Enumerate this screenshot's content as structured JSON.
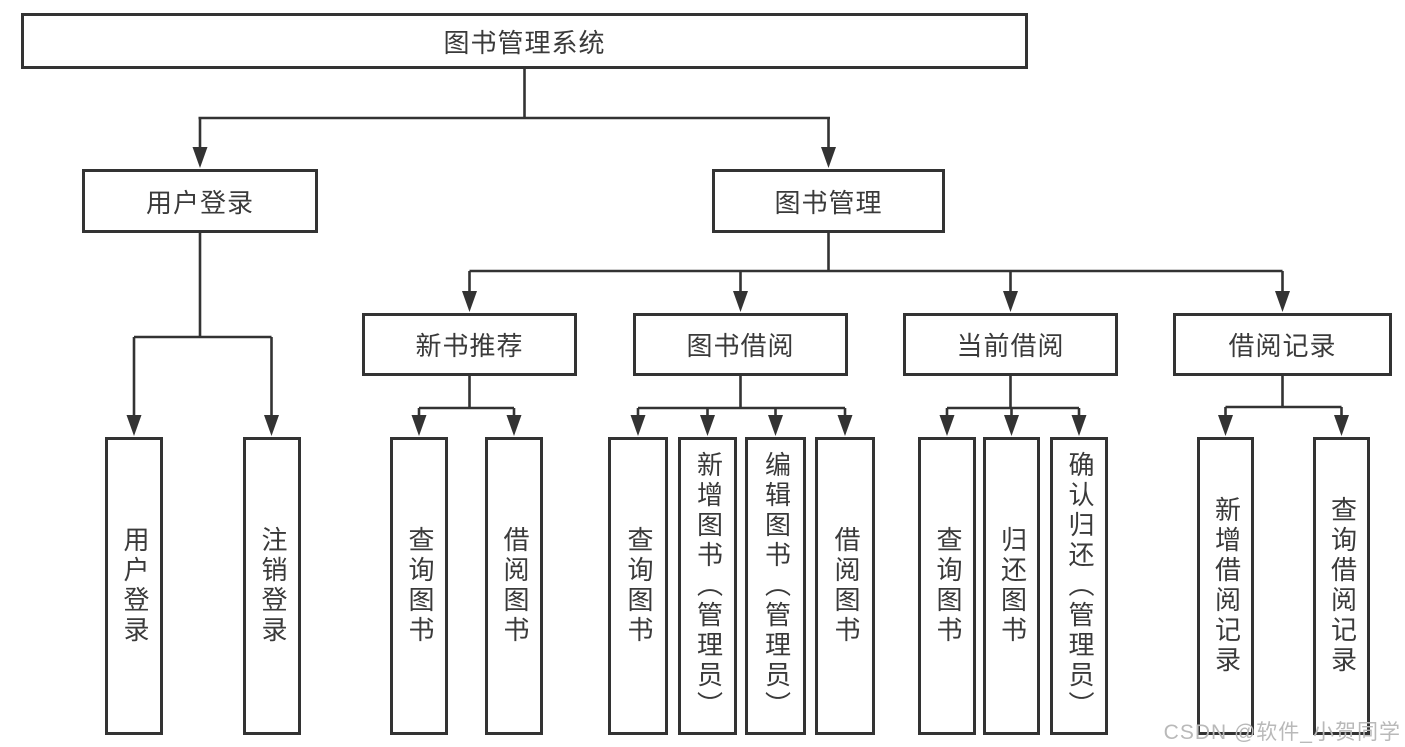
{
  "title": "图书管理系统",
  "branches": {
    "user_login": "用户登录",
    "book_mgmt": "图书管理"
  },
  "modules": {
    "new_book_rec": "新书推荐",
    "book_borrow": "图书借阅",
    "current_borrow": "当前借阅",
    "borrow_record": "借阅记录"
  },
  "leaves": {
    "user_login": [
      "用户登录",
      "注销登录"
    ],
    "new_book_rec": [
      "查询图书",
      "借阅图书"
    ],
    "book_borrow": [
      "查询图书",
      "新增图书（管理员）",
      "编辑图书（管理员）",
      "借阅图书"
    ],
    "current_borrow": [
      "查询图书",
      "归还图书",
      "确认归还（管理员）"
    ],
    "borrow_record": [
      "新增借阅记录",
      "查询借阅记录"
    ]
  },
  "watermark": "CSDN @软件_小贺同学",
  "colors": {
    "line": "#333333",
    "text": "#3a3a3a",
    "watermark": "#b9b9b9",
    "background": "#ffffff"
  }
}
